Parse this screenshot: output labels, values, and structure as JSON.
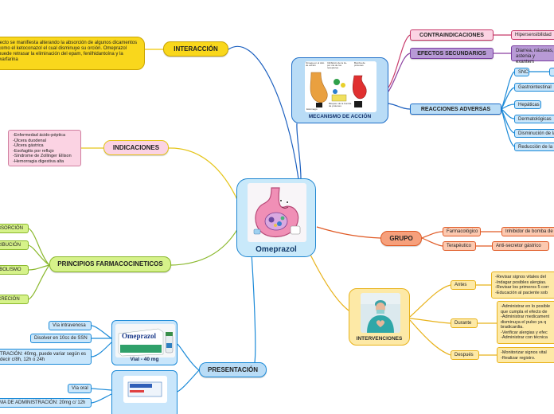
{
  "center": {
    "title": "Omeprazol"
  },
  "interaccion": {
    "label": "INTERACCIÓN",
    "text": "fecto se manifiesta alterando la absorción de algunos dicamentos como el ketoconazol el cual disminuye su orción. Omeprazol puede retrasar la eliminación del epam, fenilhidantoína y la warfarina"
  },
  "mecanismo": {
    "label": "MECANISMO DE ACCIÓN",
    "diagram_labels": [
      "Omega en el sitio de acción",
      "Inhibición de la H+ por vía de los receptores",
      "Bomba de protones",
      "Bloqueo de la bomba de protones",
      "Estómago"
    ]
  },
  "contraindicaciones": {
    "label": "CONTRAINDICACIONES",
    "text": "Hipersensibilidad"
  },
  "efectos": {
    "label": "EFECTOS SECUNDARIOS",
    "text": "Diarrea, náuseas, astenia y exantem"
  },
  "reacciones": {
    "label": "REACCIONES ADVERSAS",
    "items": [
      "SNC",
      "Gastrointestinal",
      "Hepáticas",
      "Dermatológicas",
      "Disminución de la",
      "Reducción de la"
    ]
  },
  "indicaciones": {
    "label": "INDICACIONES",
    "text": "-Enfermedad ácido-péptica\n-Úlcera duodenal\n-Úlcera gástrica\n-Esofagitis por reflujo\n-Síndrome de Zollinger Ellison\n-Hemorragia digestiva alta"
  },
  "farmaco": {
    "label": "PRINCIPIOS FARMACOCINETICOS",
    "items": [
      "ABSORCIÓN",
      "DISTRIBUCIÓN",
      "METABOLISMO",
      "EXCRECIÓN"
    ]
  },
  "grupo": {
    "label": "GRUPO",
    "farmacologico": {
      "label": "Farmacológico",
      "value": "Inhibidor de bomba de"
    },
    "terapeutico": {
      "label": "Terapéutico",
      "value": "Anti-secretor gástrico"
    }
  },
  "intervenciones": {
    "label": "INTERVENCIONES",
    "antes": {
      "label": "Antes",
      "text": "-Revisar signos vitales del\n-Indagar posibles alergias.\n-Revisar los primeros 5 corr\n-Educación al paciente sob"
    },
    "durante": {
      "label": "Durante",
      "text": "-Administrar en lo posible\nque cumpla el efecto de\n-Administrar medicament\ndisminuya el pulso ya q\nbradicardia.\n-Verificar alergias y efec\n-Administrar con técnica"
    },
    "despues": {
      "label": "Después",
      "text": "-Monitorizar signos vital\n-Realizar registro."
    }
  },
  "presentacion": {
    "label": "PRESENTACIÓN",
    "vial": {
      "caption": "Vial - 40 mg",
      "brand": "Omeprazol",
      "items": [
        "Vía intravenosa",
        "Disolver en 10cc de SSN",
        "TRACIÓN: 40mg, puede variar según es decir c/8h, 12h o 24h"
      ]
    },
    "oral": {
      "items": [
        "Vía oral",
        "MA DE ADMINISTRACIÓN: 20mg c/ 12h"
      ]
    }
  }
}
